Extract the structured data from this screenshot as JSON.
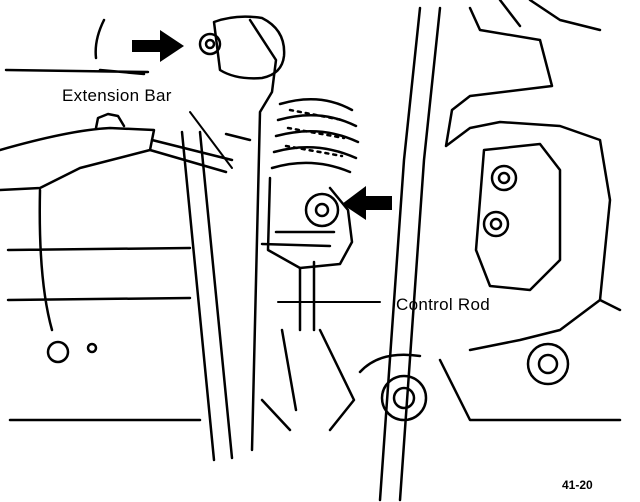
{
  "labels": {
    "extension_bar": "Extension Bar",
    "control_rod": "Control Rod"
  },
  "figure_number": "41-20",
  "colors": {
    "ink": "#000000",
    "paper": "#ffffff"
  }
}
